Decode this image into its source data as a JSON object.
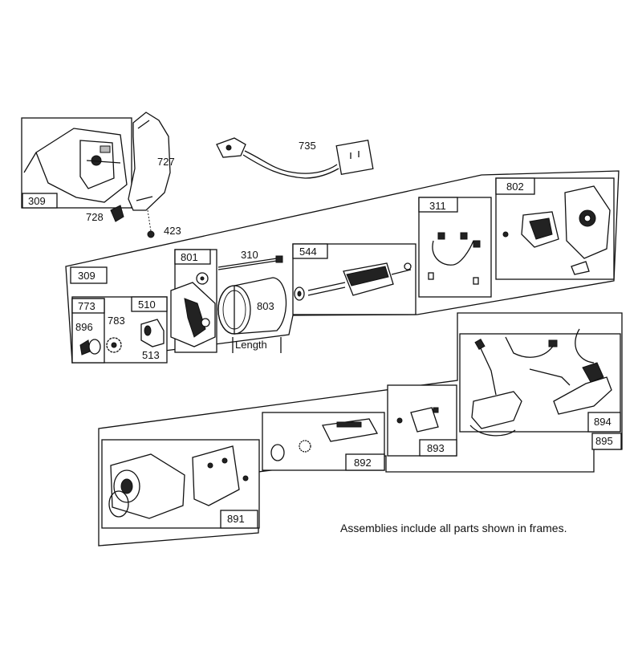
{
  "labels": {
    "p309_top": "309",
    "p727": "727",
    "p728": "728",
    "p423": "423",
    "p735": "735",
    "p309_mid": "309",
    "p801": "801",
    "p310": "310",
    "p544": "544",
    "p311": "311",
    "p802": "802",
    "p773": "773",
    "p510": "510",
    "p896": "896",
    "p783": "783",
    "p513": "513",
    "p803": "803",
    "length": "Length",
    "p894": "894",
    "p895": "895",
    "p893": "893",
    "p892": "892",
    "p891": "891"
  },
  "note": "Assemblies include all parts shown in frames."
}
